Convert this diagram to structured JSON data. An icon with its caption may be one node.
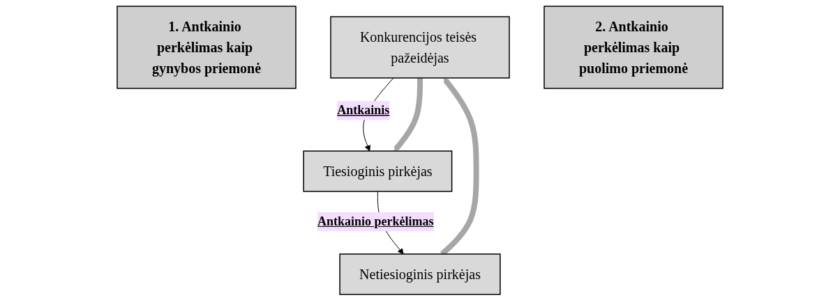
{
  "diagram": {
    "nodes": [
      {
        "text": [
          "1. Antkainio perkėlimas kaip gynybos priemonė"
        ]
      },
      {
        "text": [
          "Konkurencijos teisės pažeidėjas"
        ]
      },
      {
        "text": [
          "Tiesioginis pirkėjas"
        ]
      },
      {
        "text": [
          "Netiesioginis pirkėjas"
        ]
      },
      {
        "text": [
          "2. Antkainio perkėlimas kaip puolimo priemonė"
        ]
      }
    ],
    "edges": [
      {
        "from": 1,
        "to": 2,
        "arrow": "to",
        "label": "Antkainis"
      },
      {
        "from": 2,
        "to": 3,
        "arrow": "to",
        "label": "Antkainio perkėlimas"
      },
      {
        "from": 1,
        "to": 2,
        "arrow": "to",
        "style": "thick",
        "color": "#a6a6a6"
      },
      {
        "from": 3,
        "to": 1,
        "arrow": "to",
        "style": "thick",
        "color": "#a6a6a6"
      }
    ]
  }
}
